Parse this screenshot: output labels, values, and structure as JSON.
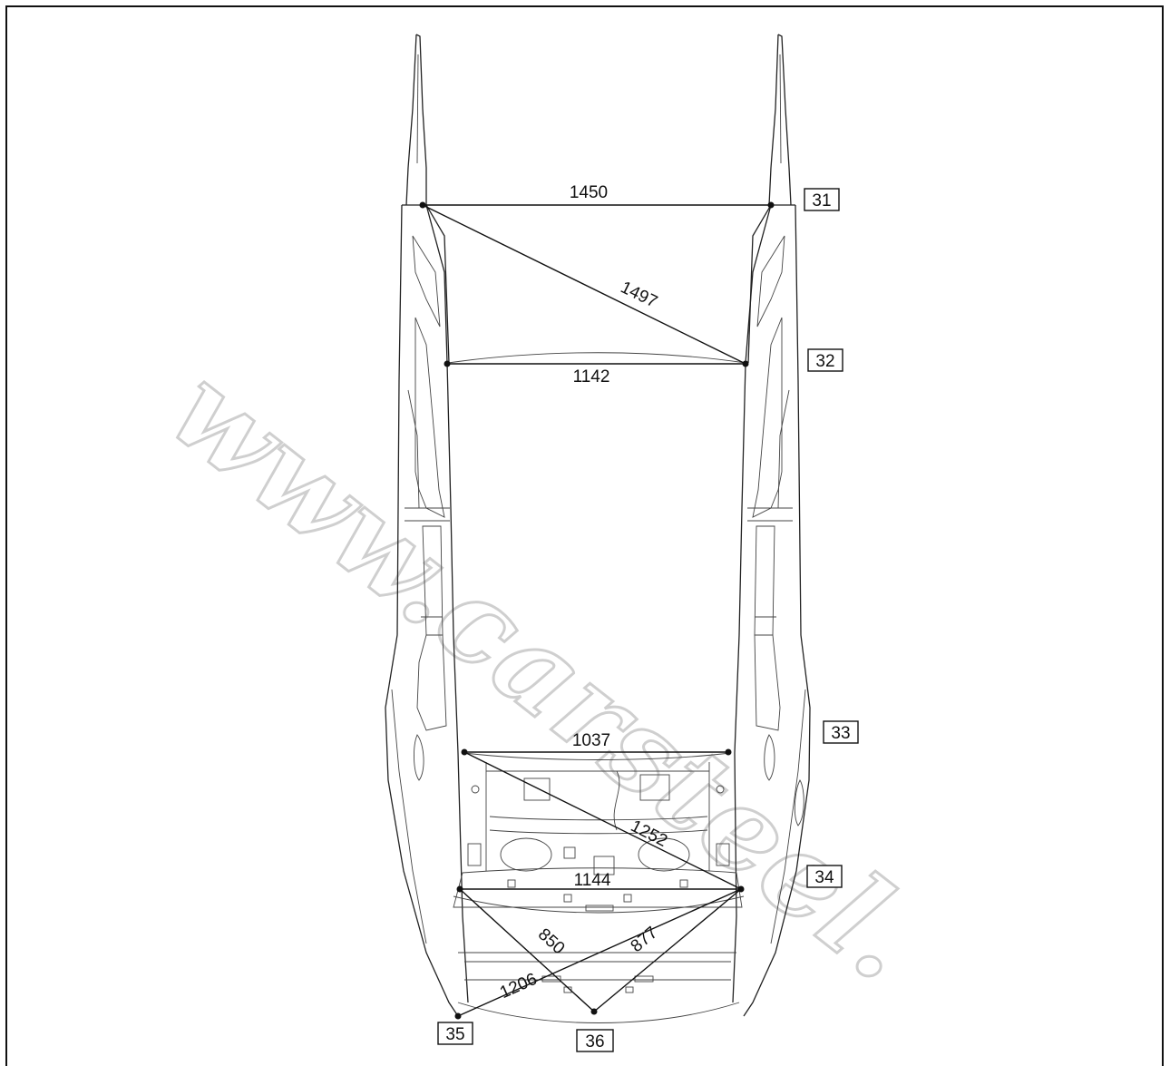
{
  "watermark": "www.carsteel.",
  "dimensions": [
    {
      "id": "d1450",
      "label": "1450"
    },
    {
      "id": "d1497",
      "label": "1497"
    },
    {
      "id": "d1142",
      "label": "1142"
    },
    {
      "id": "d1037",
      "label": "1037"
    },
    {
      "id": "d1252",
      "label": "1252"
    },
    {
      "id": "d1144",
      "label": "1144"
    },
    {
      "id": "d850",
      "label": "850"
    },
    {
      "id": "d877",
      "label": "877"
    },
    {
      "id": "d1206",
      "label": "1206"
    }
  ],
  "reference_points": [
    {
      "id": "ref31",
      "label": "31"
    },
    {
      "id": "ref32",
      "label": "32"
    },
    {
      "id": "ref33",
      "label": "33"
    },
    {
      "id": "ref34",
      "label": "34"
    },
    {
      "id": "ref35",
      "label": "35"
    },
    {
      "id": "ref36",
      "label": "36"
    }
  ]
}
